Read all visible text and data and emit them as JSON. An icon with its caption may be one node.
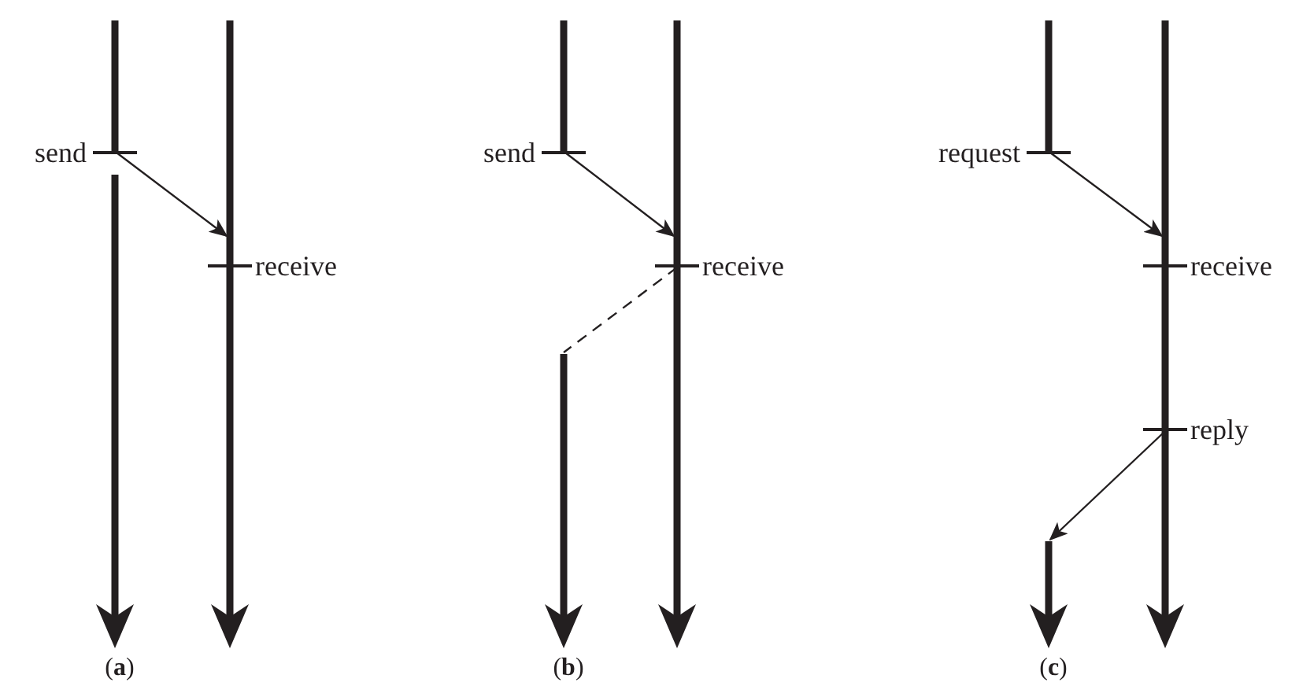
{
  "diagram": {
    "nodes": [
      {
        "text": [
          "send"
        ]
      },
      {
        "text": [
          "receive"
        ]
      },
      {
        "text": [],
        "shape": "bar"
      },
      {
        "text": [],
        "shape": "bar"
      },
      {
        "text": [
          "send"
        ]
      },
      {
        "text": [
          "receive"
        ]
      },
      {
        "text": [],
        "shape": "bar"
      },
      {
        "text": [],
        "shape": "bar"
      },
      {
        "text": [
          "request"
        ]
      },
      {
        "text": [
          "receive"
        ]
      },
      {
        "text": [
          "reply"
        ]
      },
      {
        "text": [],
        "shape": "bar"
      },
      {
        "text": [],
        "shape": "bar"
      }
    ],
    "edges": [
      {
        "from": 0,
        "to": 3,
        "arrow": "to"
      },
      {
        "from": 4,
        "to": 7,
        "arrow": "to"
      },
      {
        "from": 7,
        "to": 6,
        "arrow": "none",
        "style": "dashed"
      },
      {
        "from": 8,
        "to": 12,
        "arrow": "to"
      },
      {
        "from": 12,
        "to": 11,
        "arrow": "to"
      }
    ],
    "labels": [
      "(**a**)",
      "(**b**)",
      "(**c**)"
    ]
  }
}
